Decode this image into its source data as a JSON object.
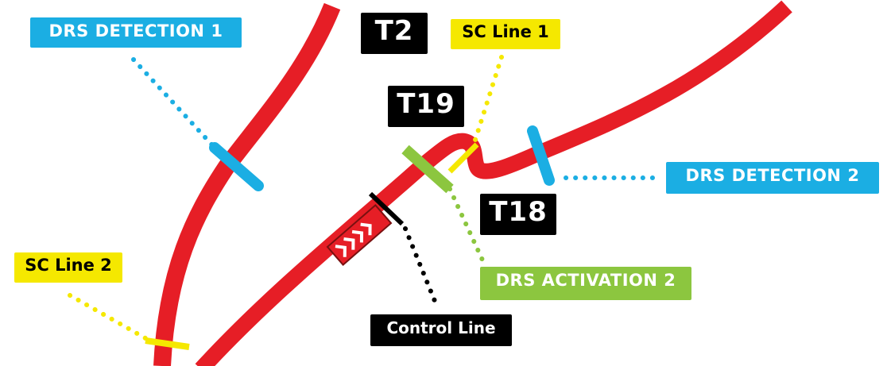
{
  "map": {
    "colors": {
      "track": "#e61e26",
      "background": "#ffffff",
      "drs_detection": "#1baee3",
      "sc_line": "#f5e800",
      "drs_activation": "#8cc63f",
      "control_line": "#000000",
      "turn_label_bg": "#000000"
    },
    "turn_labels": {
      "t2": "T2",
      "t19": "T19",
      "t18": "T18"
    },
    "markers": {
      "drs_detection_1": "DRS DETECTION 1",
      "drs_detection_2": "DRS DETECTION 2",
      "sc_line_1": "SC Line 1",
      "sc_line_2": "SC Line 2",
      "drs_activation_2": "DRS ACTIVATION 2",
      "control_line": "Control Line"
    },
    "icons": {
      "direction": "chevron-arrows-icon"
    }
  }
}
